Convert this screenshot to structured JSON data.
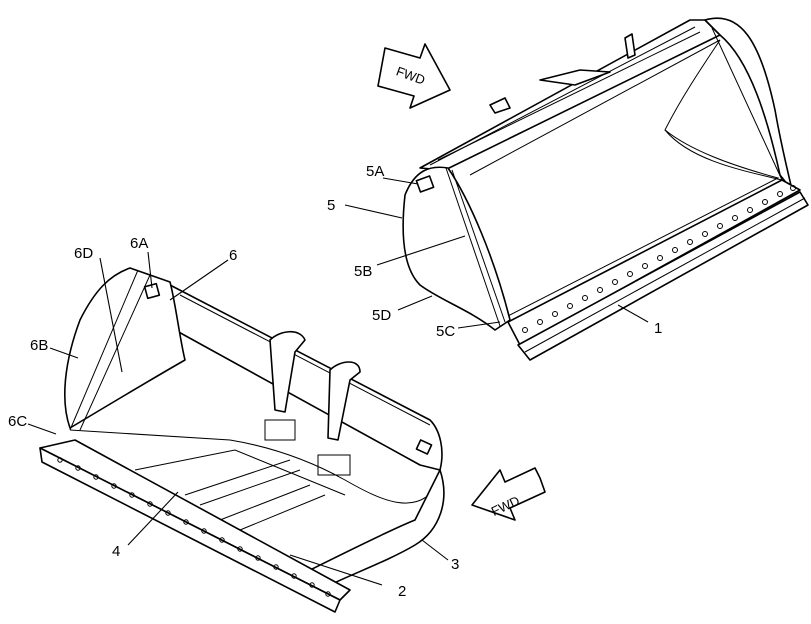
{
  "labels": {
    "l1": "1",
    "l2": "2",
    "l3": "3",
    "l4": "4",
    "l5": "5",
    "l5a": "5A",
    "l5b": "5B",
    "l5c": "5C",
    "l5d": "5D",
    "l6": "6",
    "l6a": "6A",
    "l6b": "6B",
    "l6c": "6C",
    "l6d": "6D"
  },
  "arrows": {
    "top": "FWD",
    "bottom": "FWD"
  }
}
